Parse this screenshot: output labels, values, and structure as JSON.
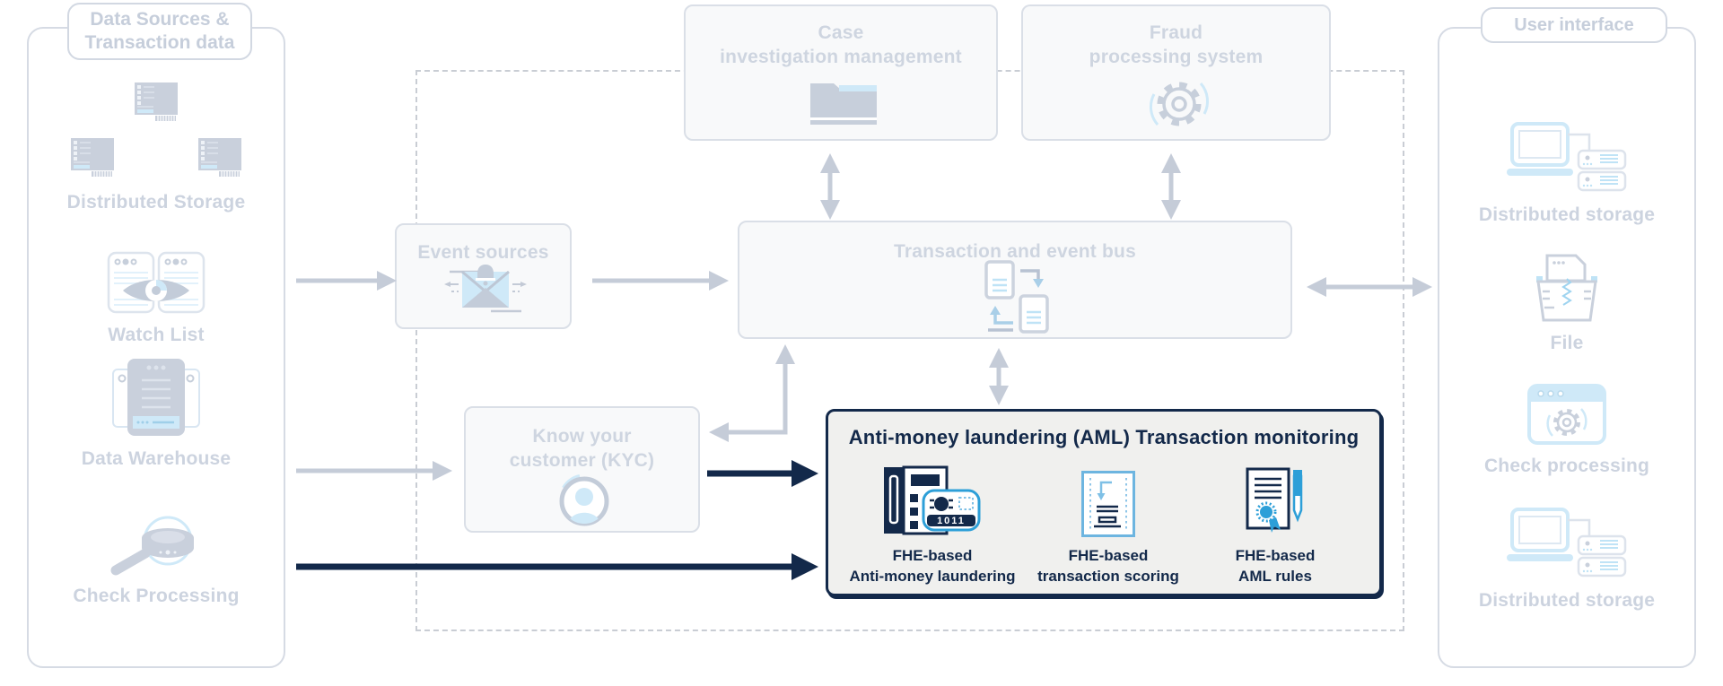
{
  "colors": {
    "navy": "#13294a",
    "cyan": "#2d9fd8",
    "faded_text": "#ccd3df",
    "faded_border": "#d6dbe4",
    "arrow_gray": "#c5ccd8",
    "aml_background": "#f0f0ee",
    "node_background": "#f8f9fa"
  },
  "left_panel": {
    "title": "Data Sources &\nTransaction data",
    "items": [
      {
        "icon": "distributed-storage-files-icon",
        "label": "Distributed Storage"
      },
      {
        "icon": "watch-list-eye-icon",
        "label": "Watch List"
      },
      {
        "icon": "data-warehouse-server-icon",
        "label": "Data Warehouse"
      },
      {
        "icon": "check-processing-magnifier-icon",
        "label": "Check Processing"
      }
    ]
  },
  "pipeline": {
    "case_investigation": {
      "icon": "folder-icon",
      "label": "Case\ninvestigation management"
    },
    "fraud_processing": {
      "icon": "gear-icon",
      "label": "Fraud\nprocessing system"
    },
    "event_sources": {
      "icon": "notification-envelope-icon",
      "label": "Event sources"
    },
    "transaction_bus": {
      "icon": "document-exchange-icon",
      "label": "Transaction and event bus"
    },
    "kyc": {
      "icon": "customer-avatar-icon",
      "label": "Know your\ncustomer (KYC)"
    }
  },
  "aml_monitoring": {
    "title": "Anti-money laundering (AML) Transaction monitoring",
    "items": [
      {
        "icon": "fhe-aml-engine-icon",
        "icon_text": "1011",
        "label": "FHE-based\nAnti-money laundering"
      },
      {
        "icon": "fhe-transaction-scoring-icon",
        "label": "FHE-based\ntransaction scoring"
      },
      {
        "icon": "fhe-aml-rules-icon",
        "label": "FHE-based\nAML rules"
      }
    ]
  },
  "right_panel": {
    "title": "User interface",
    "items": [
      {
        "icon": "workstation-storage-icon",
        "label": "Distributed storage"
      },
      {
        "icon": "file-shredder-icon",
        "label": "File"
      },
      {
        "icon": "browser-gear-icon",
        "label": "Check processing"
      },
      {
        "icon": "workstation-storage-icon",
        "label": "Distributed storage"
      }
    ]
  }
}
